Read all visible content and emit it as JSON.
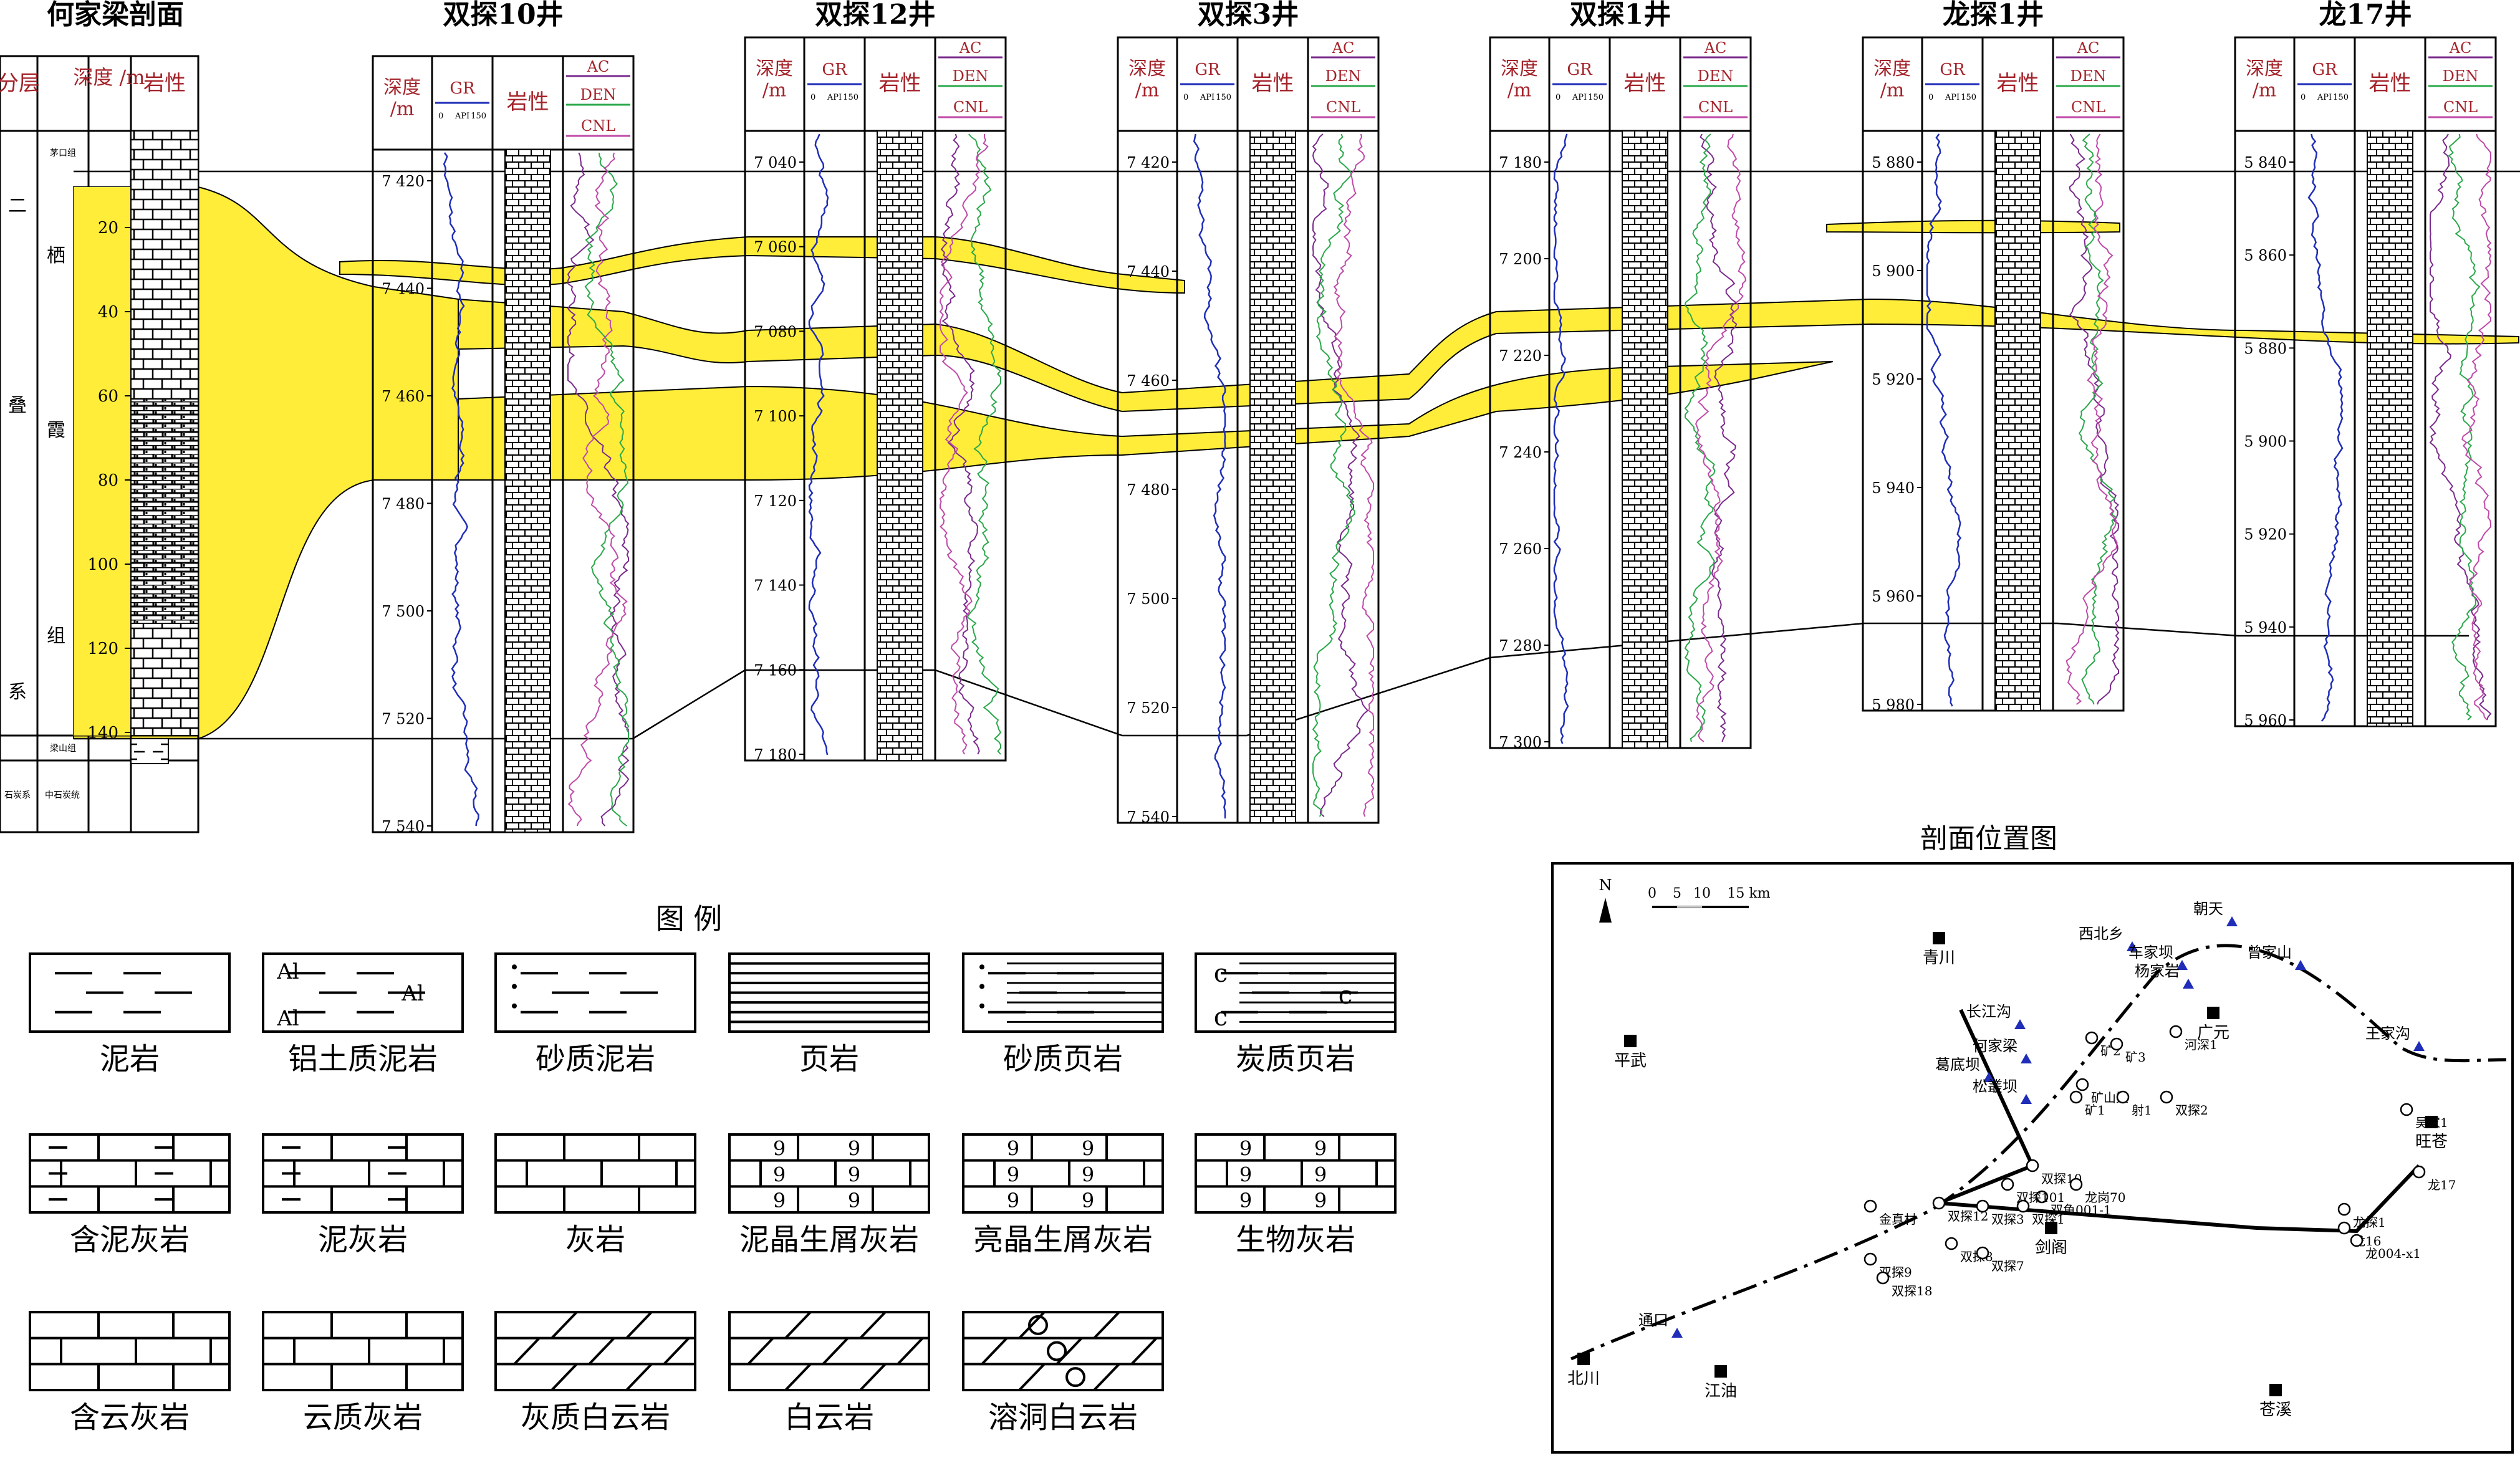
{
  "colors": {
    "reservoir": "#ffed3a",
    "gr": "#1f2db8",
    "ac": "#7a2a8c",
    "den": "#2aa84a",
    "cnl": "#bf4aa8",
    "line": "#000000",
    "header_red": "#a4232a"
  },
  "hejialiang": {
    "title": "何家梁剖面",
    "headers": {
      "layer": "分层",
      "depth": "深度\n/m",
      "lith": "岩性"
    },
    "strat": {
      "erdie": "二",
      "die": "叠",
      "xi": "系",
      "qi": "栖",
      "xia": "霞",
      "zu": "组",
      "maokou": "茅口组",
      "liangshan": "梁山组",
      "shitan": "石炭系",
      "zhong": "中石炭统"
    },
    "depth_ticks": [
      "20",
      "40",
      "60",
      "80",
      "100",
      "120",
      "140"
    ]
  },
  "wells": [
    {
      "name": "双探10井",
      "depth_label": "深度\n/m",
      "lith_label": "岩性",
      "gr_header": "GR",
      "gr_scale": [
        "0",
        "API",
        "150"
      ],
      "ac_header": "AC",
      "den_header": "DEN",
      "cnl_header": "CNL",
      "depth_ticks": [
        "7 420",
        "7 440",
        "7 460",
        "7 480",
        "7 500",
        "7 520",
        "7 540"
      ]
    },
    {
      "name": "双探12井",
      "depth_label": "深度\n/m",
      "lith_label": "岩性",
      "gr_header": "GR",
      "gr_scale": [
        "0",
        "API",
        "150"
      ],
      "ac_header": "AC",
      "den_header": "DEN",
      "cnl_header": "CNL",
      "depth_ticks": [
        "7 040",
        "7 060",
        "7 080",
        "7 100",
        "7 120",
        "7 140",
        "7 160",
        "7 180"
      ]
    },
    {
      "name": "双探3井",
      "depth_label": "深度\n/m",
      "lith_label": "岩性",
      "gr_header": "GR",
      "gr_scale": [
        "0",
        "API",
        "150"
      ],
      "ac_header": "AC",
      "den_header": "DEN",
      "cnl_header": "CNL",
      "depth_ticks": [
        "7 420",
        "7 440",
        "7 460",
        "7 480",
        "7 500",
        "7 520",
        "7 540"
      ]
    },
    {
      "name": "双探1井",
      "depth_label": "深度\n/m",
      "lith_label": "岩性",
      "gr_header": "GR",
      "gr_scale": [
        "0",
        "API",
        "150"
      ],
      "ac_header": "AC",
      "den_header": "DEN",
      "cnl_header": "CNL",
      "depth_ticks": [
        "7 180",
        "7 200",
        "7 220",
        "7 240",
        "7 260",
        "7 280",
        "7 300"
      ]
    },
    {
      "name": "龙探1井",
      "depth_label": "深度\n/m",
      "lith_label": "岩性",
      "gr_header": "GR",
      "gr_scale": [
        "0",
        "API",
        "150"
      ],
      "ac_header": "AC",
      "den_header": "DEN",
      "cnl_header": "CNL",
      "depth_ticks": [
        "5 880",
        "5 900",
        "5 920",
        "5 940",
        "5 960",
        "5 980"
      ]
    },
    {
      "name": "龙17井",
      "depth_label": "深度\n/m",
      "lith_label": "岩性",
      "gr_header": "GR",
      "gr_scale": [
        "0",
        "API",
        "150"
      ],
      "ac_header": "AC",
      "den_header": "DEN",
      "cnl_header": "CNL",
      "depth_ticks": [
        "5 840",
        "5 860",
        "5 880",
        "5 900",
        "5 920",
        "5 940",
        "5 960"
      ]
    }
  ],
  "legend": {
    "title": "图 例",
    "items": [
      {
        "label": "泥岩",
        "pattern": "mudstone"
      },
      {
        "label": "铝土质泥岩",
        "pattern": "bauxite-mudstone"
      },
      {
        "label": "砂质泥岩",
        "pattern": "sandy-mudstone"
      },
      {
        "label": "页岩",
        "pattern": "shale"
      },
      {
        "label": "砂质页岩",
        "pattern": "sandy-shale"
      },
      {
        "label": "炭质页岩",
        "pattern": "carbonaceous-shale"
      },
      {
        "label": "含泥灰岩",
        "pattern": "argillaceous-limestone"
      },
      {
        "label": "泥灰岩",
        "pattern": "marl"
      },
      {
        "label": "灰岩",
        "pattern": "limestone"
      },
      {
        "label": "泥晶生屑灰岩",
        "pattern": "micritic-bioclastic-limestone"
      },
      {
        "label": "亮晶生屑灰岩",
        "pattern": "sparry-bioclastic-limestone"
      },
      {
        "label": "生物灰岩",
        "pattern": "biolimestone"
      },
      {
        "label": "含云灰岩",
        "pattern": "dolomitic-limestone"
      },
      {
        "label": "云质灰岩",
        "pattern": "dolomitic-limestone-2"
      },
      {
        "label": "灰质白云岩",
        "pattern": "calcareous-dolomite"
      },
      {
        "label": "白云岩",
        "pattern": "dolomite"
      },
      {
        "label": "溶洞白云岩",
        "pattern": "vuggy-dolomite"
      }
    ],
    "al_text": "Al",
    "c_text": "c"
  },
  "map": {
    "title": "剖面位置图",
    "north": "N",
    "scale_ticks": [
      "0",
      "5",
      "10",
      "15 km"
    ],
    "cities": [
      "青川",
      "平武",
      "广元",
      "旺苍",
      "剑阁",
      "北川",
      "江油",
      "苍溪"
    ],
    "outcrops": [
      "朝天",
      "西北乡",
      "车家坝",
      "杨家岩",
      "曾家山",
      "王家沟",
      "长江沟",
      "何家梁",
      "葛底坝",
      "松叢坝",
      "通口"
    ],
    "wells": [
      "矿2",
      "矿3",
      "河深1",
      "矿山梁",
      "矿1",
      "射1",
      "双探2",
      "吴家1",
      "双探10",
      "龙岗70",
      "双鱼001-1",
      "双探101",
      "双探3",
      "双探1",
      "金真村",
      "双探12",
      "双探8",
      "双探7",
      "双探9",
      "双探18",
      "龙探1",
      "龙17",
      "龙16",
      "龙004-x1"
    ]
  }
}
